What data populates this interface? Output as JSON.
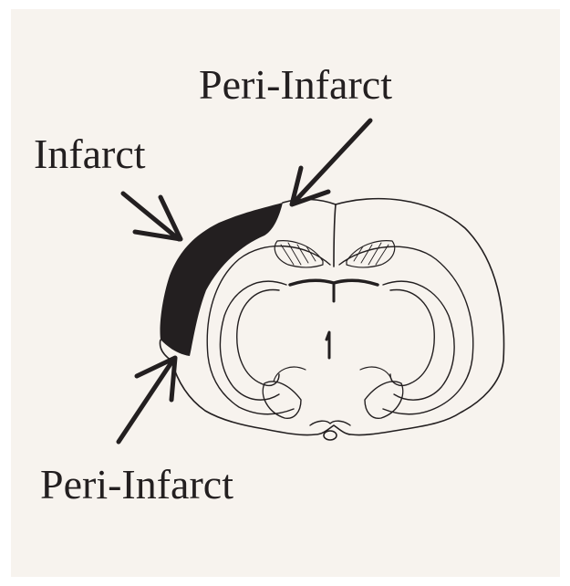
{
  "labels": {
    "peri_infarct_top": "Peri-Infarct",
    "infarct": "Infarct",
    "peri_infarct_bottom": "Peri-Infarct"
  },
  "colors": {
    "background": "#f7f3ee",
    "ink": "#231f20"
  }
}
